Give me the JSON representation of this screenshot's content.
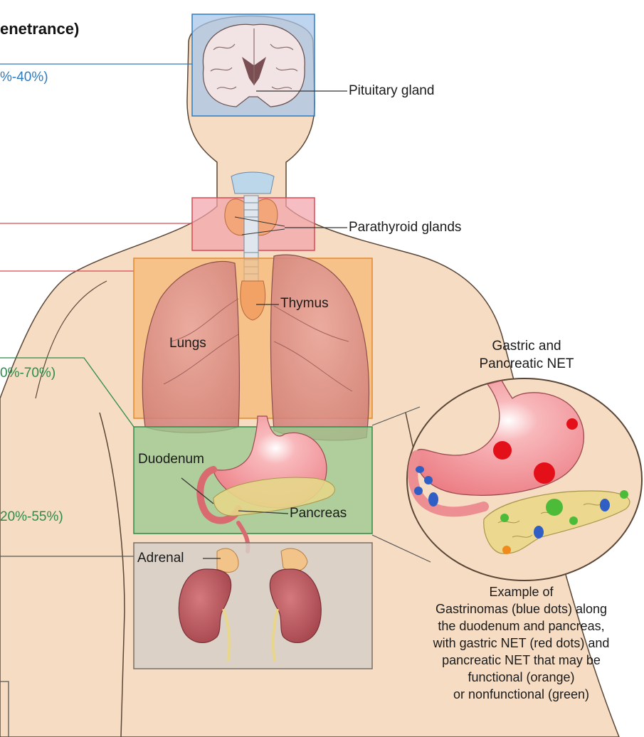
{
  "heading": "enetrance)",
  "percentages": {
    "pituitary": "%-40%)",
    "duodenum_pancreas": "0%-70%)",
    "pancreas_nf": "20%-55%)"
  },
  "organs": {
    "pituitary": "Pituitary gland",
    "parathyroid": "Parathyroid glands",
    "thymus": "Thymus",
    "lungs": "Lungs",
    "duodenum": "Duodenum",
    "pancreas": "Pancreas",
    "adrenal": "Adrenal"
  },
  "inset_title": [
    "Gastric and",
    "Pancreatic NET"
  ],
  "caption": [
    "Example of",
    "Gastrinomas (blue dots) along",
    "the duodenum and pancreas,",
    "with gastric NET (red dots) and",
    "pancreatic NET that may be",
    "functional (orange)",
    "or nonfunctional (green)"
  ],
  "colors": {
    "skin": "#f6dcc3",
    "skin_outline": "#5a4636",
    "pituitary_box": "#a9c6e8",
    "parathyroid_box": "#f2a1a8",
    "thorax_box": "#f7b46a",
    "abdomen_box": "#98c98f",
    "adrenal_box": "#d7cfc8",
    "blue_dot": "#2f5fc4",
    "red_dot": "#e3101a",
    "green_dot": "#4dbb3a",
    "orange_dot": "#f08a1c",
    "blue_text": "#2e7cc0",
    "green_text": "#2e8b4a"
  }
}
